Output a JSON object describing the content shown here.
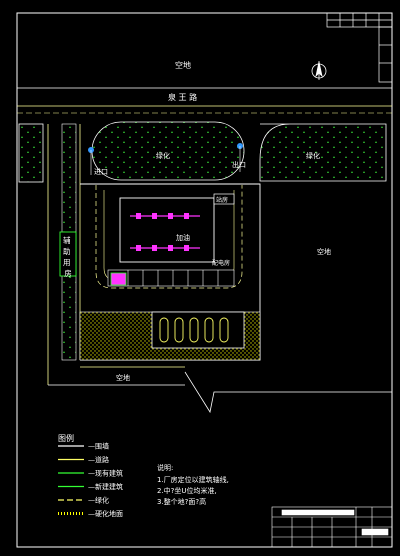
{
  "map": {
    "top_area_label": "空地",
    "road_name": "泉 王 路",
    "green_left_label": "绿化",
    "green_right_label": "绿化",
    "entrance_label": "进口",
    "exit_label": "出口",
    "station_house_label": "站房",
    "canopy_label": "加油",
    "distribution_label": "配电房",
    "side_building_label": "辅助用房",
    "right_area_label": "空地",
    "bottom_area_label": "空地"
  },
  "legend": {
    "title": "图例",
    "items": [
      {
        "label": "围墙",
        "color": "#ffffff"
      },
      {
        "label": "道路",
        "color": "#ffff66"
      },
      {
        "label": "现有建筑",
        "color": "#33ff33"
      },
      {
        "label": "新建建筑",
        "color": "#33ff33"
      },
      {
        "label": "绿化",
        "color": "#ffff66"
      },
      {
        "label": "硬化地面",
        "color": "#ffff00"
      }
    ]
  },
  "notes": {
    "title": "说明:",
    "lines": [
      "1.厂房定位以建筑轴线,",
      "2.中?坐U位均米准,",
      "3.整个地?面?高"
    ]
  },
  "colors": {
    "background": "#000000",
    "frame": "#ffffff",
    "road_edge": "#ffff99",
    "green": "#33cc33",
    "building": "#33ff33",
    "hatch": "#cccc00",
    "station": "#ff33ff",
    "marker": "#3399ff"
  }
}
